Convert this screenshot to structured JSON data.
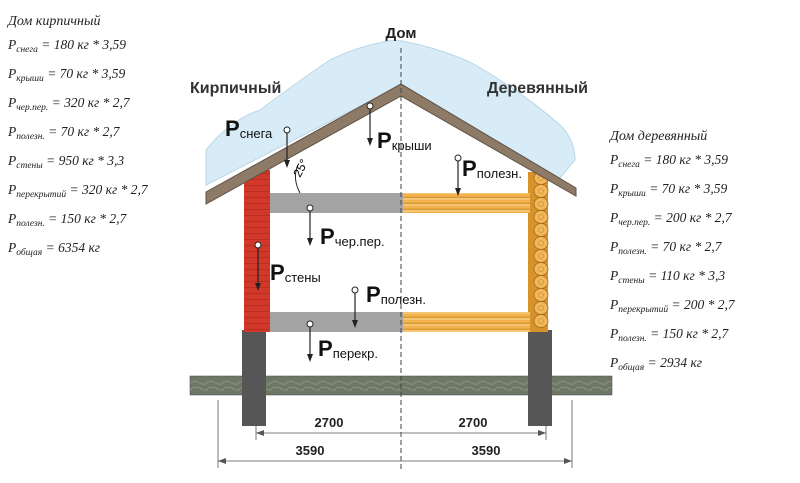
{
  "title": "Дом",
  "left_label": "Кирпичный",
  "right_label": "Деревянный",
  "angle": "25°",
  "loads": [
    {
      "id": "snow",
      "P": "P",
      "sub": "снега"
    },
    {
      "id": "roof",
      "P": "P",
      "sub": "крыши"
    },
    {
      "id": "useful_top",
      "P": "P",
      "sub": "полезн."
    },
    {
      "id": "attic",
      "P": "P",
      "sub": "чер.пер."
    },
    {
      "id": "walls",
      "P": "P",
      "sub": "стены"
    },
    {
      "id": "useful_mid",
      "P": "P",
      "sub": "полезн."
    },
    {
      "id": "floor",
      "P": "P",
      "sub": "перекр."
    }
  ],
  "dims": {
    "inner_left": "2700",
    "inner_right": "2700",
    "outer_left": "3590",
    "outer_right": "3590"
  },
  "left_calc": {
    "heading": "Дом кирпичный",
    "lines": [
      {
        "sub": "снега",
        "rest": " = 180 кг * 3,59"
      },
      {
        "sub": "крыши",
        "rest": " = 70 кг * 3,59"
      },
      {
        "sub": "чер.пер.",
        "rest": " = 320 кг * 2,7"
      },
      {
        "sub": "полезн.",
        "rest": " = 70 кг * 2,7"
      },
      {
        "sub": "стены",
        "rest": " = 950 кг * 3,3"
      },
      {
        "sub": "перекрытий",
        "rest": " = 320 кг * 2,7"
      },
      {
        "sub": "полезн.",
        "rest": " = 150 кг * 2,7"
      },
      {
        "sub": "общая",
        "rest": " = 6354 кг"
      }
    ]
  },
  "right_calc": {
    "heading": "Дом деревянный",
    "lines": [
      {
        "sub": "снега",
        "rest": " = 180 кг * 3,59"
      },
      {
        "sub": "крыши",
        "rest": " = 70 кг * 3,59"
      },
      {
        "sub": "чер.пер.",
        "rest": " = 200 кг * 2,7"
      },
      {
        "sub": "полезн.",
        "rest": " = 70 кг * 2,7"
      },
      {
        "sub": "стены",
        "rest": " = 110 кг * 3,3"
      },
      {
        "sub": "перекрытий",
        "rest": " = 200 * 2,7"
      },
      {
        "sub": "полезн.",
        "rest": " = 150 кг * 2,7"
      },
      {
        "sub": "общая",
        "rest": " = 2934 кг"
      }
    ]
  },
  "colors": {
    "brick": "#d2382a",
    "wood": "#f0b04a",
    "log": "#e8a835",
    "roof": "#8a7a6a",
    "snow": "#d8ecf7",
    "slab": "#a0a0a0",
    "foundation": "#555555",
    "ground": "#707868"
  }
}
